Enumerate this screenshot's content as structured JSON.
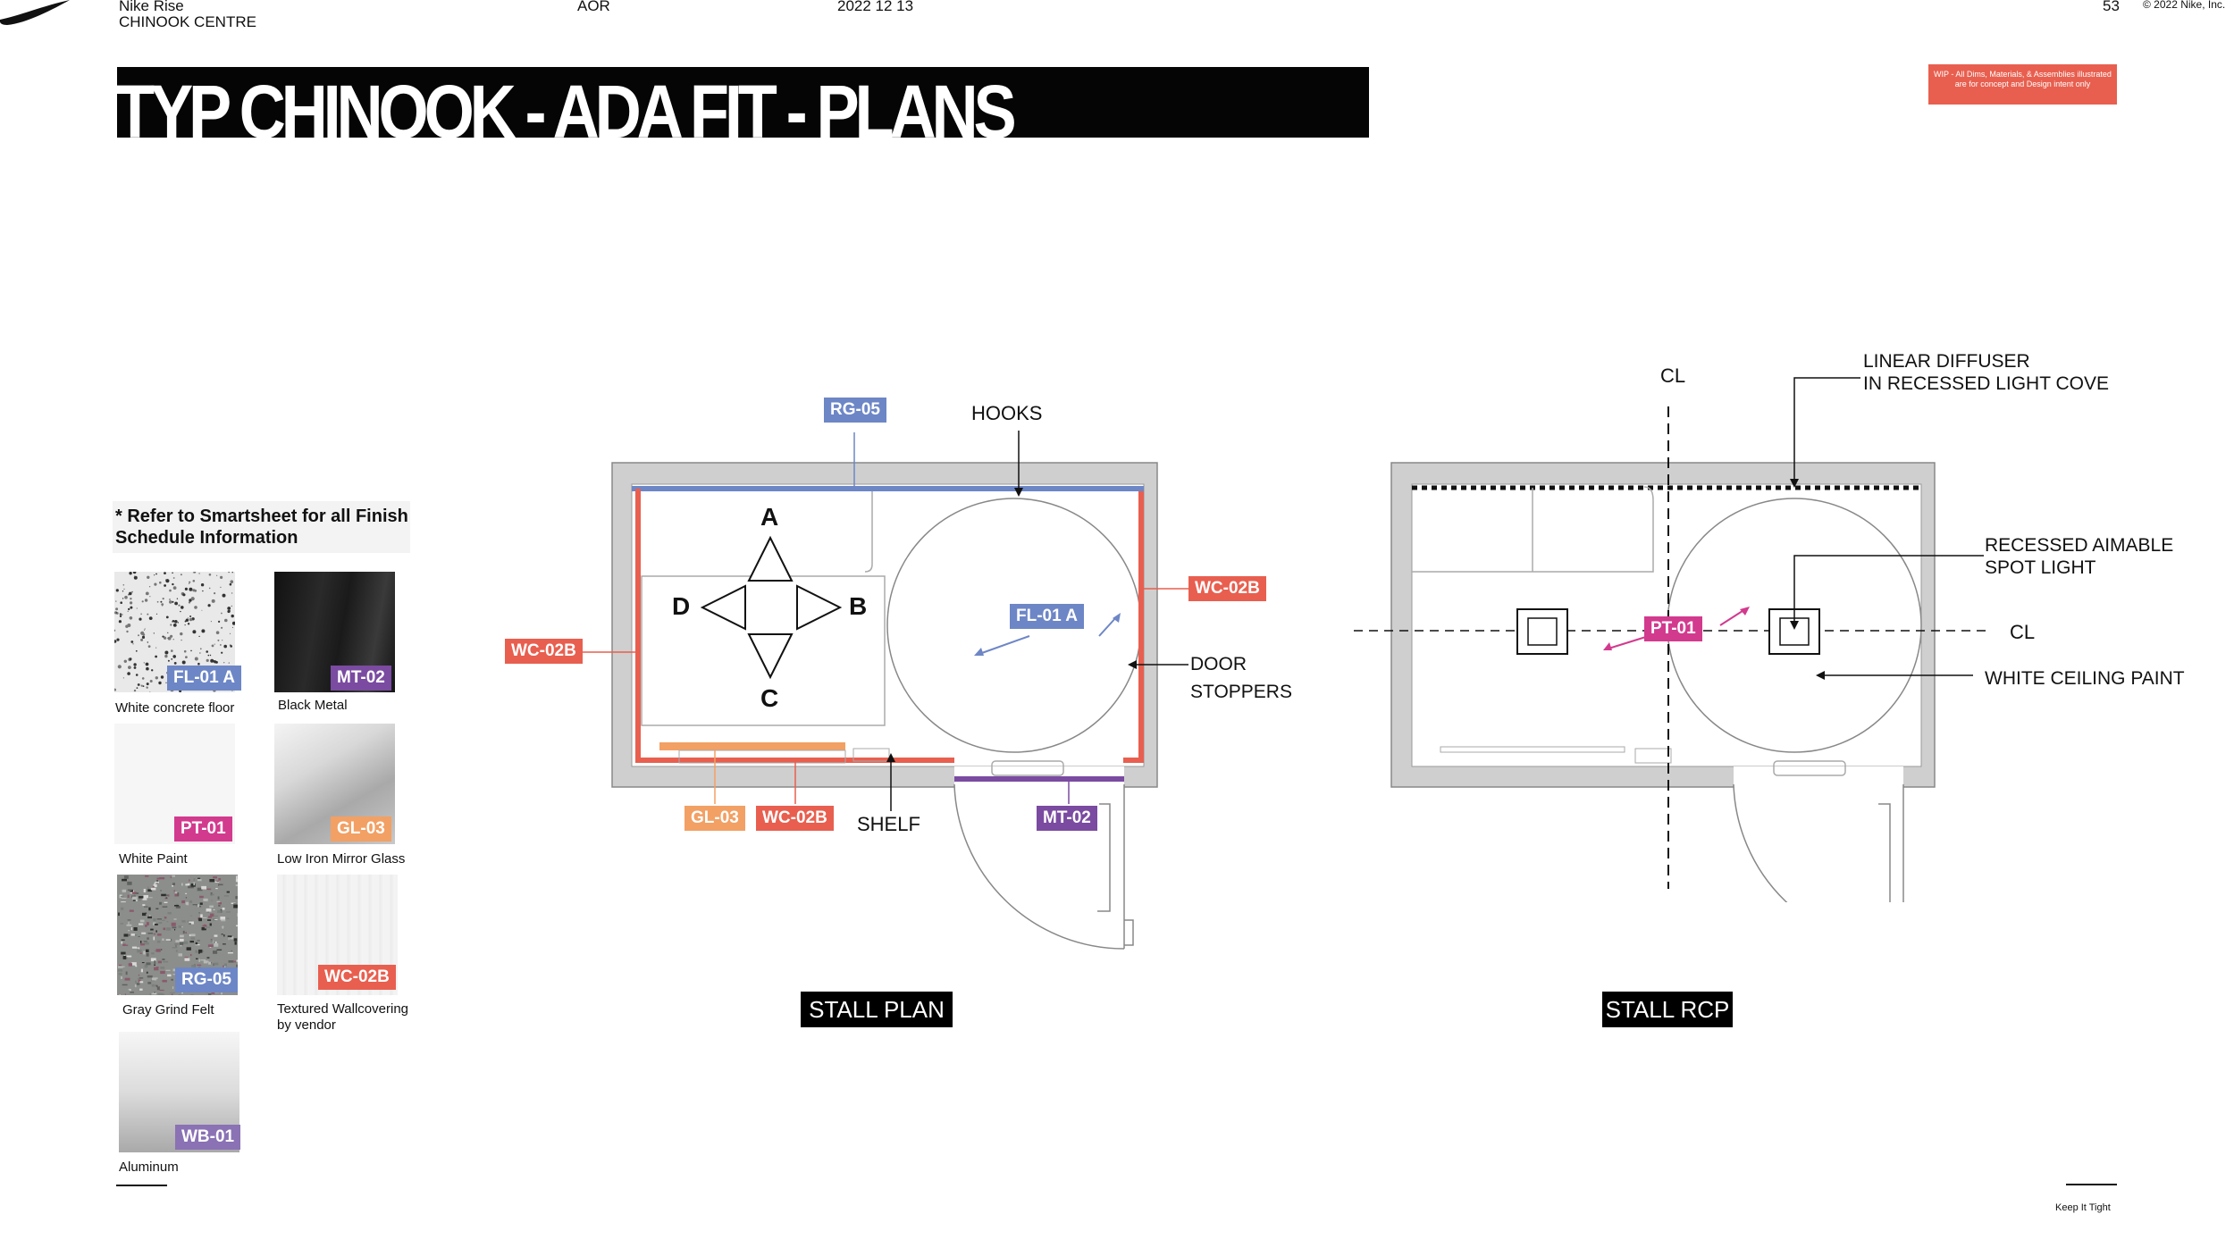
{
  "header": {
    "project_line1": "Nike Rise",
    "project_line2": "CHINOOK CENTRE",
    "aor": "AOR",
    "date": "2022 12 13",
    "page_number": "53",
    "copyright": "© 2022 Nike, Inc."
  },
  "title": "TYP CHINOOK - ADA FIT  - PLANS",
  "wip_note": "WIP - All Dims, Materials, & Assemblies illustrated are for concept and Design intent only",
  "finish_note": "* Refer to Smartsheet for all Finish Schedule Information",
  "swatches": [
    {
      "code": "FL-01 A",
      "caption": "White concrete floor",
      "tag_color": "#6d86c6"
    },
    {
      "code": "MT-02",
      "caption": "Black Metal",
      "tag_color": "#7a4ba0"
    },
    {
      "code": "PT-01",
      "caption": "White Paint",
      "tag_color": "#d23a8e"
    },
    {
      "code": "GL-03",
      "caption": "Low Iron Mirror Glass",
      "tag_color": "#f2a064"
    },
    {
      "code": "RG-05",
      "caption": "Gray Grind Felt",
      "tag_color": "#6d86c6"
    },
    {
      "code": "WC-02B",
      "caption": "Textured Wallcovering",
      "caption2": "by vendor",
      "tag_color": "#e85f4f"
    },
    {
      "code": "WB-01",
      "caption": "Aluminum",
      "tag_color": "#8a72b4"
    }
  ],
  "stall_plan": {
    "label": "STALL PLAN",
    "tag_rg05": "RG-05",
    "hooks": "HOOKS",
    "wc02b_right": "WC-02B",
    "wc02b_left": "WC-02B",
    "fl01a": "FL-01 A",
    "door": "DOOR",
    "stoppers": "STOPPERS",
    "gl03": "GL-03",
    "wc02b_bottom": "WC-02B",
    "shelf": "SHELF",
    "mt02": "MT-02",
    "dir_a": "A",
    "dir_b": "B",
    "dir_c": "C",
    "dir_d": "D"
  },
  "stall_rcp": {
    "label": "STALL RCP",
    "cl_top": "CL",
    "cl_right": "CL",
    "linear_diffuser_1": "LINEAR DIFFUSER",
    "linear_diffuser_2": "IN RECESSED LIGHT COVE",
    "spot_light_1": "RECESSED AIMABLE",
    "spot_light_2": "SPOT LIGHT",
    "ceiling_paint": "WHITE CEILING PAINT",
    "pt01": "PT-01"
  },
  "footer": {
    "keep": "Keep It Tight"
  },
  "colors": {
    "blue": "#6d86c6",
    "red": "#e85f4f",
    "purple": "#7a4ba0",
    "magenta": "#d23a8e",
    "orange": "#f2a064",
    "wall_gray": "#c8c8c8"
  }
}
